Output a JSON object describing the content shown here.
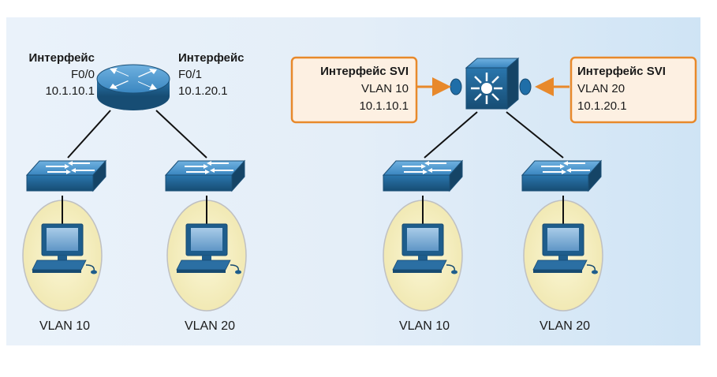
{
  "colors": {
    "background_left": "#e3eef8",
    "background_right": "#d2e6f6",
    "device_dark": "#1d5a86",
    "device_mid": "#2b77ad",
    "device_light": "#5fa3d6",
    "ellipse_fill": "#f6f1c6",
    "ellipse_stroke": "#bfc0c2",
    "callout_border": "#e8892b",
    "callout_fill": "#fdf0e2",
    "arrow": "#e8892b"
  },
  "left_topology": {
    "router": {
      "icon": "router-icon",
      "left_label": {
        "title": "Интерфейс",
        "port": "F0/0",
        "ip": "10.1.10.1"
      },
      "right_label": {
        "title": "Интерфейс",
        "port": "F0/1",
        "ip": "10.1.20.1"
      }
    },
    "switches": [
      "switch-icon",
      "switch-icon"
    ],
    "hosts": [
      {
        "icon": "pc-icon",
        "vlan": "VLAN 10"
      },
      {
        "icon": "pc-icon",
        "vlan": "VLAN 20"
      }
    ]
  },
  "right_topology": {
    "multilayer_switch": {
      "icon": "multilayer-switch-icon"
    },
    "svi_left": {
      "title": "Интерфейс SVI",
      "vlan": "VLAN 10",
      "ip": "10.1.10.1"
    },
    "svi_right": {
      "title": "Интерфейс SVI",
      "vlan": "VLAN 20",
      "ip": "10.1.20.1"
    },
    "switches": [
      "switch-icon",
      "switch-icon"
    ],
    "hosts": [
      {
        "icon": "pc-icon",
        "vlan": "VLAN 10"
      },
      {
        "icon": "pc-icon",
        "vlan": "VLAN 20"
      }
    ]
  }
}
